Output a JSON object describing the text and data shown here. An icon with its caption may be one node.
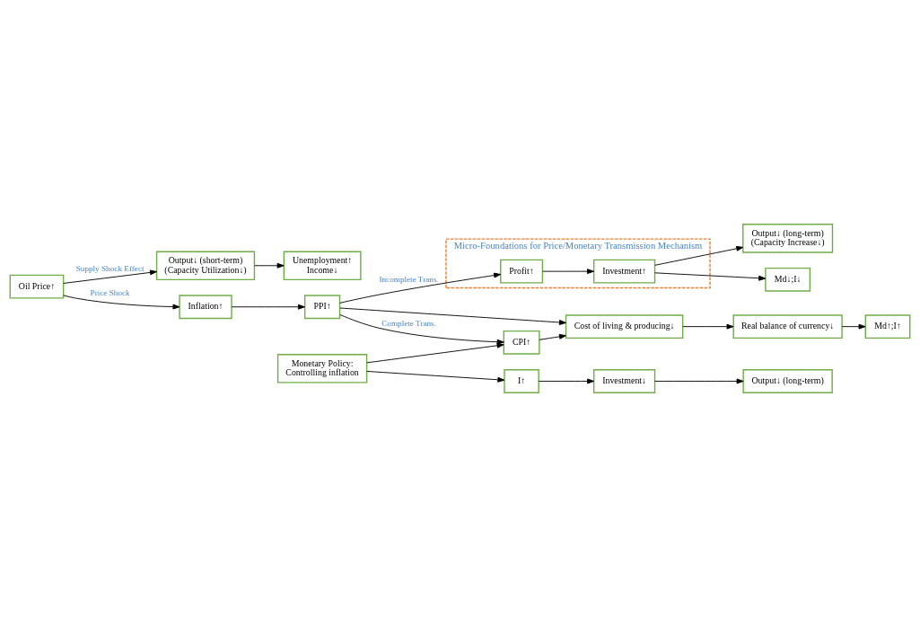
{
  "diagram": {
    "nodes": [
      {
        "text": [
          "Oil Price↑"
        ]
      },
      {
        "text": [
          "Output↓ (short-term)",
          "(Capacity Utilization↓)"
        ]
      },
      {
        "text": [
          "Unemployment↑",
          "Income↓"
        ]
      },
      {
        "text": [
          "Micro-Foundations for Price/Monetary Transmission Mechanism"
        ]
      },
      {
        "text": [
          "Inflation↑"
        ]
      },
      {
        "text": [
          "PPI↑"
        ]
      },
      {
        "text": [
          "Profit↑"
        ],
        "in": 3
      },
      {
        "text": [
          "Investment↑"
        ],
        "in": 3
      },
      {
        "text": [
          "Output↓ (long-term)",
          "(Capacity Increase↓)"
        ]
      },
      {
        "text": [
          "Md↓;I↓"
        ]
      },
      {
        "text": [
          "CPI↑"
        ]
      },
      {
        "text": [
          "Cost of living & producing↓"
        ]
      },
      {
        "text": [
          "Real balance of currency↓"
        ]
      },
      {
        "text": [
          "Md↑;I↑"
        ]
      },
      {
        "text": [
          "Monetary Policy:",
          "Controlling inflation"
        ]
      },
      {
        "text": [
          "I↑"
        ]
      },
      {
        "text": [
          "Investment↓"
        ]
      },
      {
        "text": [
          "Output↓ (long-term)"
        ]
      }
    ],
    "edges": [
      {
        "from": 0,
        "to": 1,
        "arrow": "to",
        "label": "Supply Shock Effect"
      },
      {
        "from": 1,
        "to": 2,
        "arrow": "to"
      },
      {
        "from": 0,
        "to": 4,
        "arrow": "to",
        "label": "Price Shock"
      },
      {
        "from": 4,
        "to": 5,
        "arrow": "to"
      },
      {
        "from": 5,
        "to": 6,
        "arrow": "to",
        "label": "Incomplete Trans."
      },
      {
        "from": 6,
        "to": 7,
        "arrow": "to"
      },
      {
        "from": 7,
        "to": 8,
        "arrow": "to"
      },
      {
        "from": 7,
        "to": 9,
        "arrow": "to"
      },
      {
        "from": 5,
        "to": 10,
        "arrow": "to",
        "label": "Complete Trans."
      },
      {
        "from": 5,
        "to": 11,
        "arrow": "to"
      },
      {
        "from": 10,
        "to": 11,
        "arrow": "to"
      },
      {
        "from": 11,
        "to": 12,
        "arrow": "to"
      },
      {
        "from": 12,
        "to": 13,
        "arrow": "to"
      },
      {
        "from": 14,
        "to": 10,
        "arrow": "to"
      },
      {
        "from": 14,
        "to": 15,
        "arrow": "to"
      },
      {
        "from": 15,
        "to": 16,
        "arrow": "to"
      },
      {
        "from": 16,
        "to": 17,
        "arrow": "to"
      }
    ]
  }
}
